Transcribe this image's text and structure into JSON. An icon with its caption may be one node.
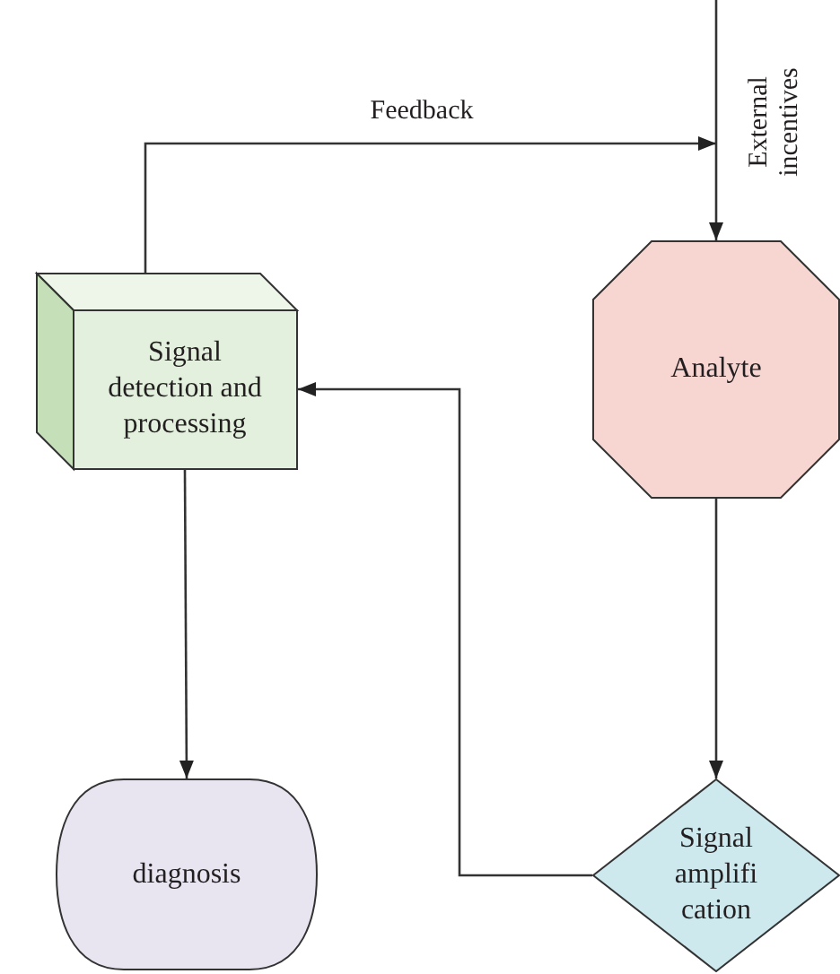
{
  "diagram": {
    "nodes": [
      {
        "text": [
          "Signal detection and processing"
        ]
      },
      {
        "text": [
          "Analyte"
        ]
      },
      {
        "text": [
          "diagnosis"
        ]
      },
      {
        "text": [
          "Signal amplifi cation"
        ]
      }
    ],
    "edges": [
      {
        "from": null,
        "to": 1,
        "arrow": "to",
        "label": "External incentives"
      },
      {
        "from": 0,
        "to": null,
        "arrow": "to",
        "label": "Feedback"
      },
      {
        "from": 0,
        "to": 2,
        "arrow": "to"
      },
      {
        "from": 1,
        "to": 3,
        "arrow": "to"
      },
      {
        "from": 3,
        "to": 0,
        "arrow": "to"
      }
    ]
  }
}
